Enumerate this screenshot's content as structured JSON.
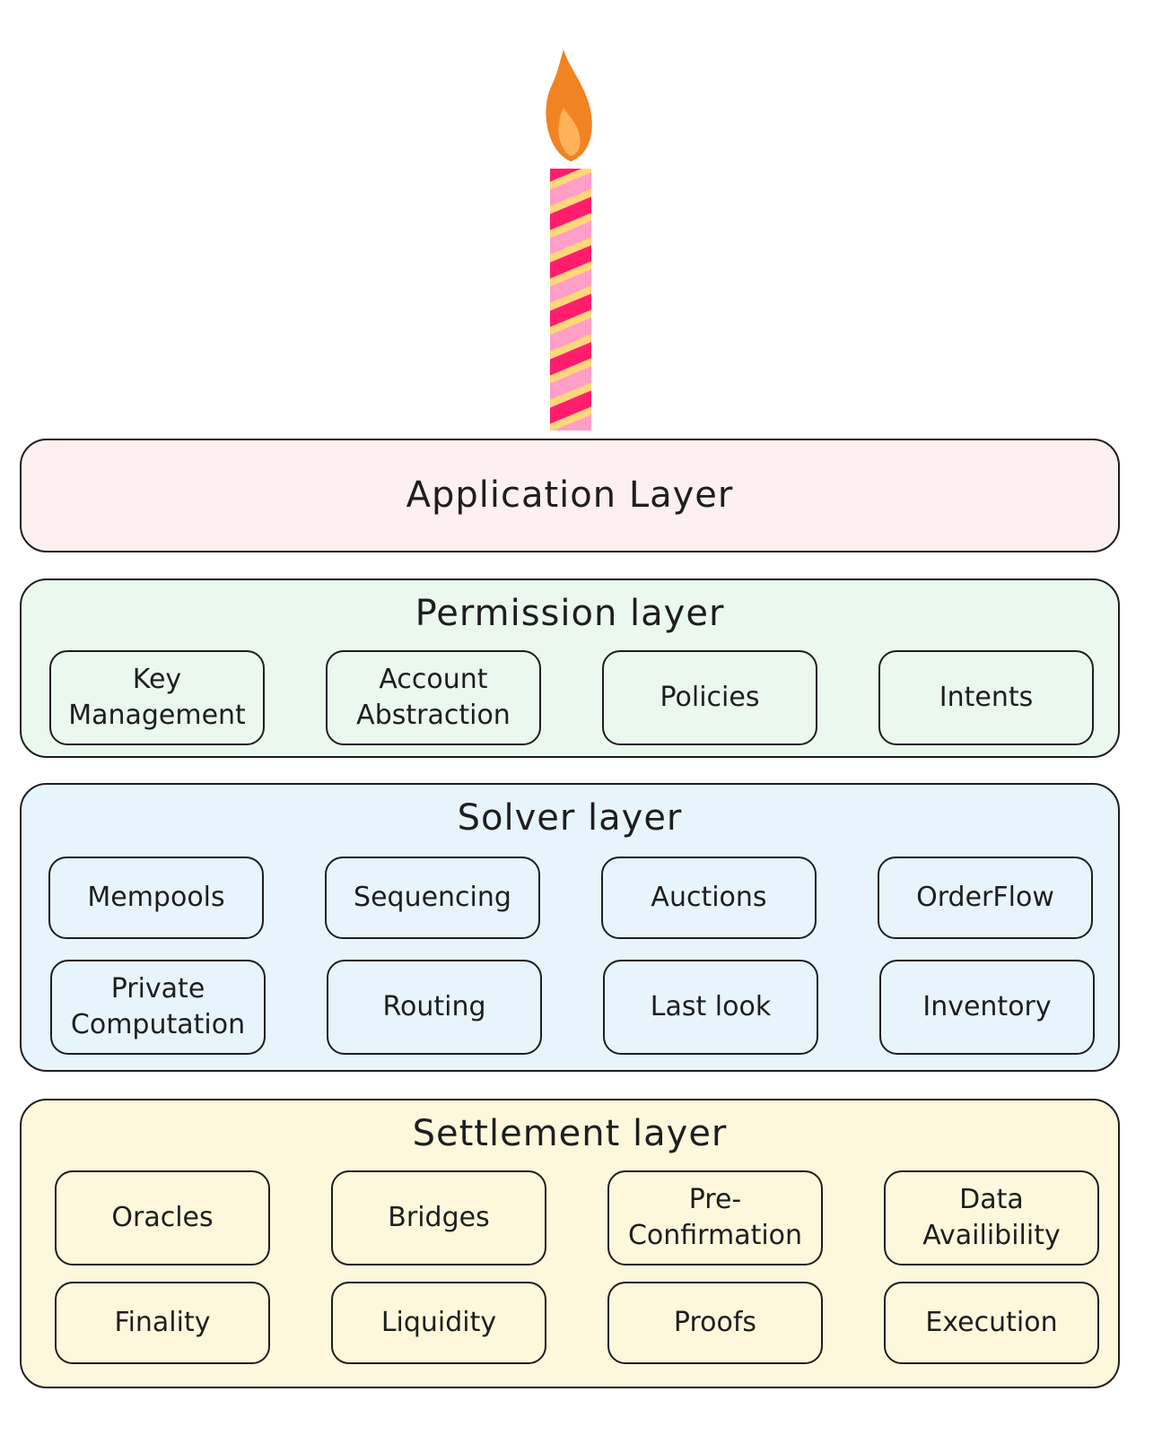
{
  "colors": {
    "application": "#fdf0f0",
    "permission": "#ebf8ee",
    "solver": "#e7f4fc",
    "settlement": "#fdf8dc",
    "candle_pink": "#ff1e6e",
    "candle_light_pink": "#ff9ec6",
    "candle_yellow": "#ffd77a",
    "flame_outer": "#f28322",
    "flame_inner": "#ffb25a"
  },
  "candle": {
    "icon": "candle-icon",
    "flame_icon": "flame-icon"
  },
  "application": {
    "title": "Application Layer"
  },
  "permission": {
    "title": "Permission layer",
    "items": [
      [
        "Key",
        "Management"
      ],
      [
        "Account",
        "Abstraction"
      ],
      [
        "Policies"
      ],
      [
        "Intents"
      ]
    ]
  },
  "solver": {
    "title": "Solver layer",
    "items": [
      [
        "Mempools"
      ],
      [
        "Sequencing"
      ],
      [
        "Auctions"
      ],
      [
        "OrderFlow"
      ],
      [
        "Private",
        "Computation"
      ],
      [
        "Routing"
      ],
      [
        "Last look"
      ],
      [
        "Inventory"
      ]
    ]
  },
  "settlement": {
    "title": "Settlement layer",
    "items": [
      [
        "Oracles"
      ],
      [
        "Bridges"
      ],
      [
        "Pre-",
        "Confirmation"
      ],
      [
        "Data",
        "Availibility"
      ],
      [
        "Finality"
      ],
      [
        "Liquidity"
      ],
      [
        "Proofs"
      ],
      [
        "Execution"
      ]
    ]
  }
}
